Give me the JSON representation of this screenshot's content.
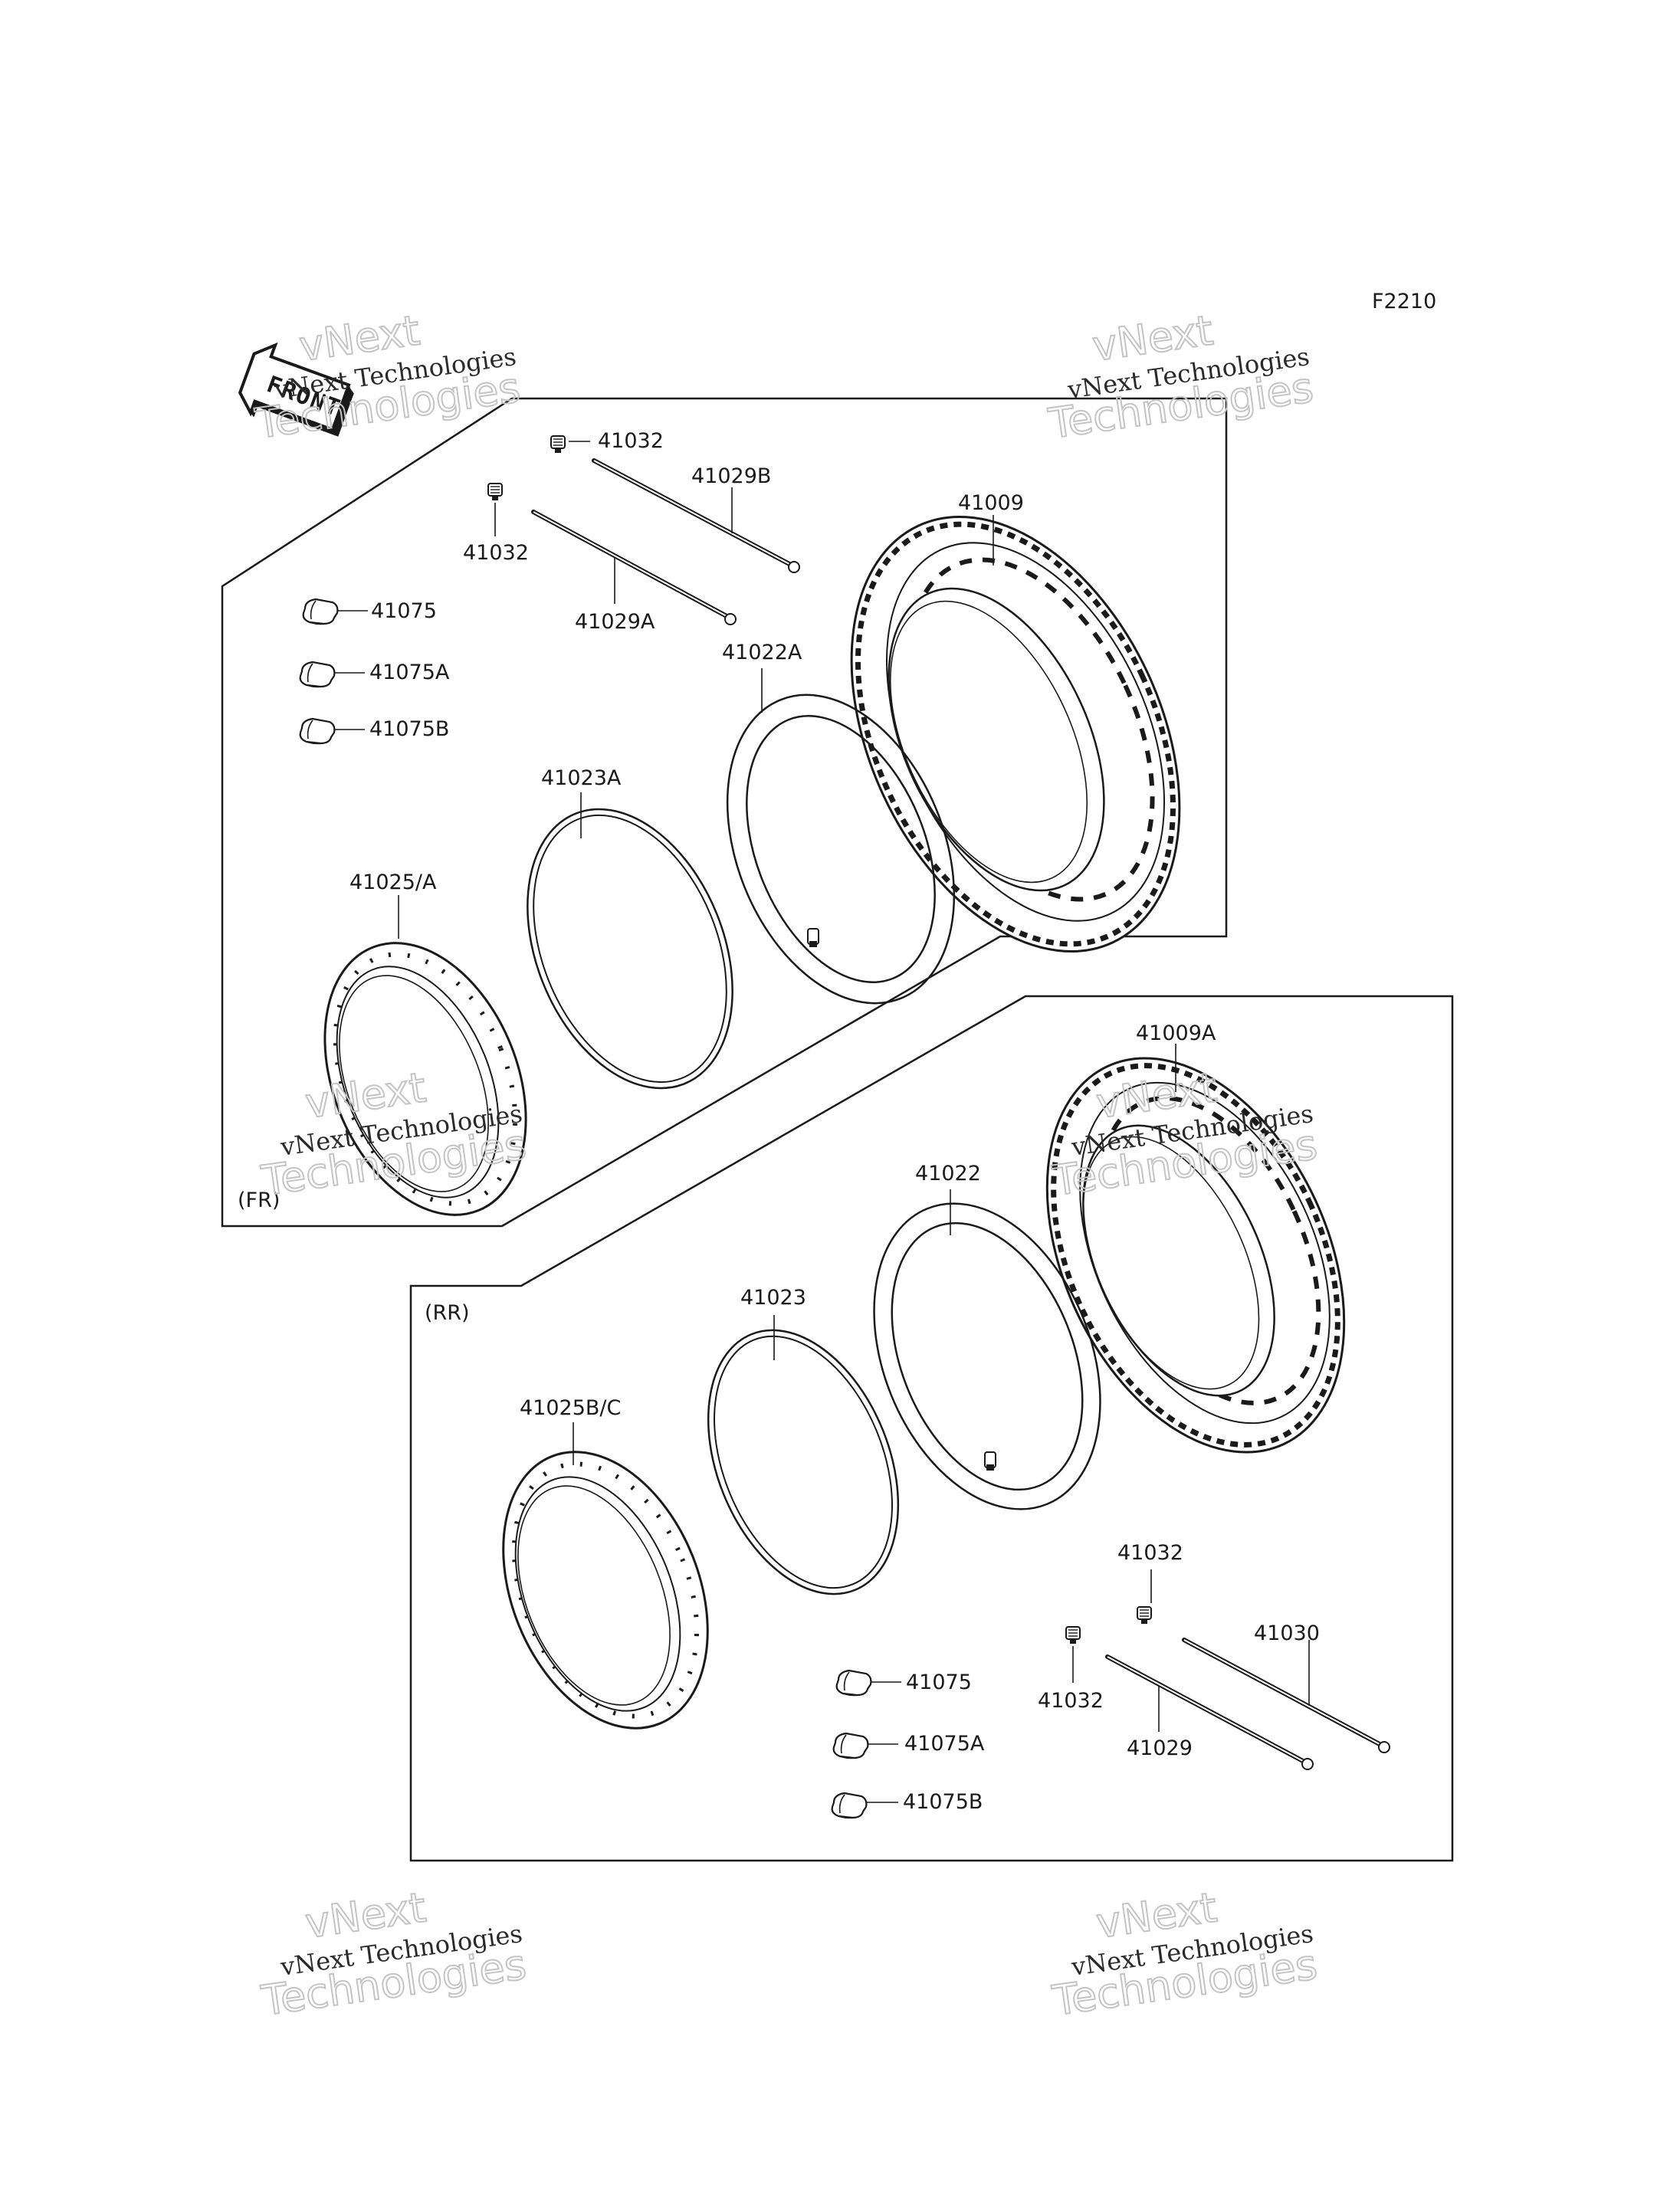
{
  "figure_code": "F2210",
  "front_badge": "FRONT",
  "front_panel_tag": "(FR)",
  "rear_panel_tag": "(RR)",
  "watermark": {
    "line1": "vNext Technologies",
    "line2": "Technologies",
    "line3": "vNext"
  },
  "front_parts": {
    "cap_upper": "41032",
    "cap_lower": "41032",
    "spoke_b": "41029B",
    "spoke_a": "41029A",
    "tire": "41009",
    "tube": "41022A",
    "band": "41023A",
    "rim": "41025/A",
    "weight_1": "41075",
    "weight_2": "41075A",
    "weight_3": "41075B"
  },
  "rear_parts": {
    "tire": "41009A",
    "tube": "41022",
    "band": "41023",
    "rim": "41025B/C",
    "cap_upper": "41032",
    "cap_lower": "41032",
    "spoke_long": "41030",
    "spoke": "41029",
    "weight_1": "41075",
    "weight_2": "41075A",
    "weight_3": "41075B"
  }
}
